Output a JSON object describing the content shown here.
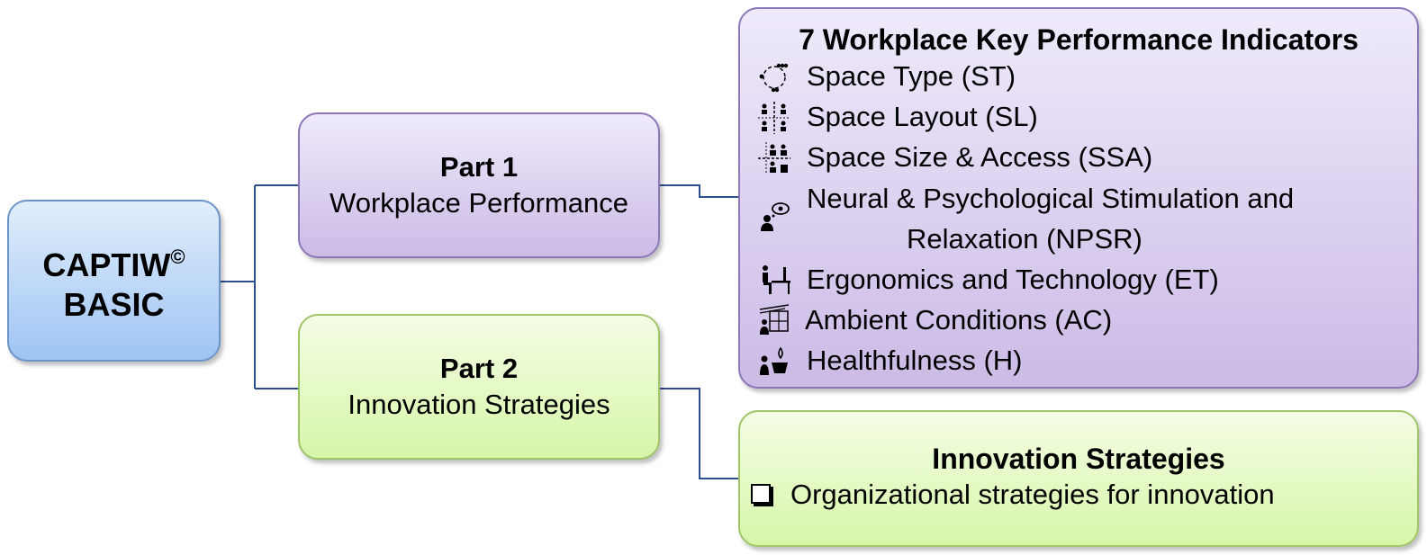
{
  "root": {
    "line1": "CAPTIW",
    "sup": "©",
    "line2": "BASIC"
  },
  "part1": {
    "heading": "Part 1",
    "subtitle": "Workplace Performance"
  },
  "part2": {
    "heading": "Part  2",
    "subtitle": "Innovation Strategies"
  },
  "kpi": {
    "title": "7 Workplace Key Performance Indicators",
    "items": [
      {
        "label": "Space Type (ST)",
        "icon": "group-circle-icon"
      },
      {
        "label": "Space Layout (SL)",
        "icon": "desk-layout-icon"
      },
      {
        "label": "Space Size & Access (SSA)",
        "icon": "space-size-icon"
      },
      {
        "label": "Neural & Psychological Stimulation and",
        "label2": "Relaxation (NPSR)",
        "icon": "thought-bubble-icon"
      },
      {
        "label": "Ergonomics and Technology (ET)",
        "icon": "ergonomic-desk-icon"
      },
      {
        "label": "Ambient Conditions (AC)",
        "icon": "ambient-window-icon"
      },
      {
        "label": "Healthfulness (H)",
        "icon": "healthfulness-icon"
      }
    ]
  },
  "innovation": {
    "title": "Innovation Strategies",
    "items": [
      {
        "label": "Organizational strategies for innovation",
        "icon": "checkbox-icon"
      }
    ]
  },
  "colors": {
    "connector": "#2d4f8e"
  }
}
